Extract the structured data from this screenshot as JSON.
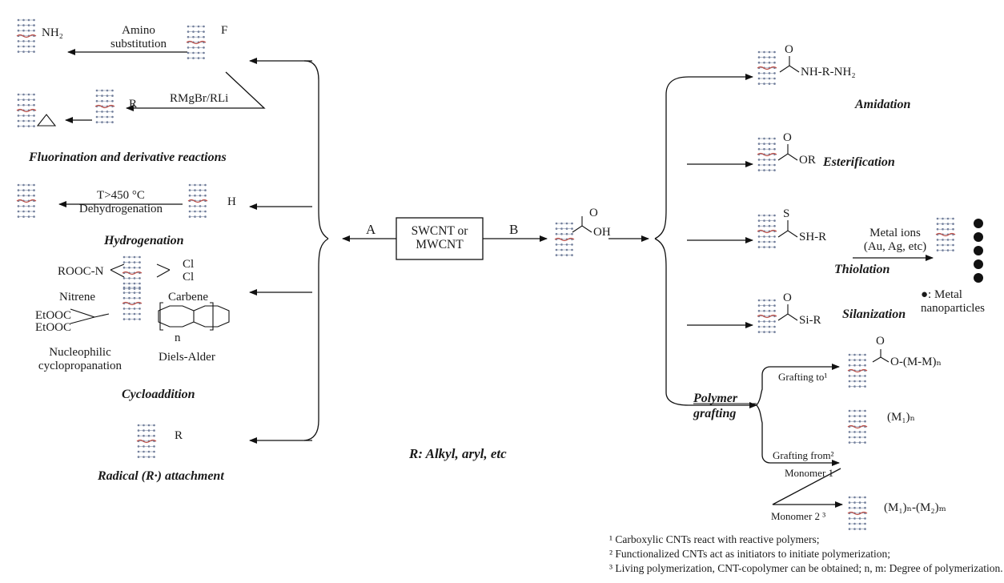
{
  "center": {
    "box_label": "SWCNT or\nMWCNT",
    "route_a": "A",
    "route_b": "B",
    "oh": "OH",
    "o": "O"
  },
  "fluorination": {
    "amine_group": "NH₂",
    "fluoro_group": "F",
    "amino_substitution": "Amino\nsubstitution",
    "grignard": "RMgBr/RLi",
    "r_group": "R",
    "heat_symbol": "△",
    "caption": "Fluorination and derivative reactions"
  },
  "hydrogenation": {
    "conditions": "T>450 °C\nDehydrogenation",
    "h_group": "H",
    "caption": "Hydrogenation"
  },
  "cycloaddition": {
    "rooc_n": "ROOC-N",
    "cl_top": "Cl",
    "cl_bottom": "Cl",
    "nitrene": "Nitrene",
    "carbene": "Carbene",
    "etooc": "EtOOC\nEtOOC",
    "n_label": "n",
    "nucleophilic": "Nucleophilic\ncyclopropanation",
    "diels_alder": "Diels-Alder",
    "caption": "Cycloaddition"
  },
  "radical": {
    "r_group": "R",
    "caption": "Radical (R·) attachment"
  },
  "r_legend": "R: Alkyl, aryl, etc",
  "amidation": {
    "o": "O",
    "group": "NH-R-NH₂",
    "caption": "Amidation"
  },
  "esterification": {
    "o": "O",
    "group": "OR",
    "caption": "Esterification"
  },
  "thiolation": {
    "s": "S",
    "group": "SH-R",
    "caption": "Thiolation",
    "metal_ions": "Metal ions\n(Au, Ag, etc)",
    "metal_nanoparticles": "●: Metal\nnanoparticles"
  },
  "silanization": {
    "o": "O",
    "group": "Si-R",
    "caption": "Silanization"
  },
  "polymer": {
    "caption": "Polymer\ngrafting",
    "grafting_to": "Grafting to¹",
    "grafting_from": "Grafting from²",
    "monomer1": "Monomer 1",
    "monomer2": "Monomer 2 ³",
    "o": "O",
    "om_group": "O-(M-M)ₙ",
    "m1n": "(M₁)ₙ",
    "copolymer": "(M₁)ₙ-(M₂)ₘ"
  },
  "footnotes": [
    "¹ Carboxylic CNTs react with reactive polymers;",
    "² Functionalized CNTs act as initiators to initiate polymerization;",
    "³ Living polymerization, CNT-copolymer can be obtained; n, m: Degree of polymerization."
  ]
}
